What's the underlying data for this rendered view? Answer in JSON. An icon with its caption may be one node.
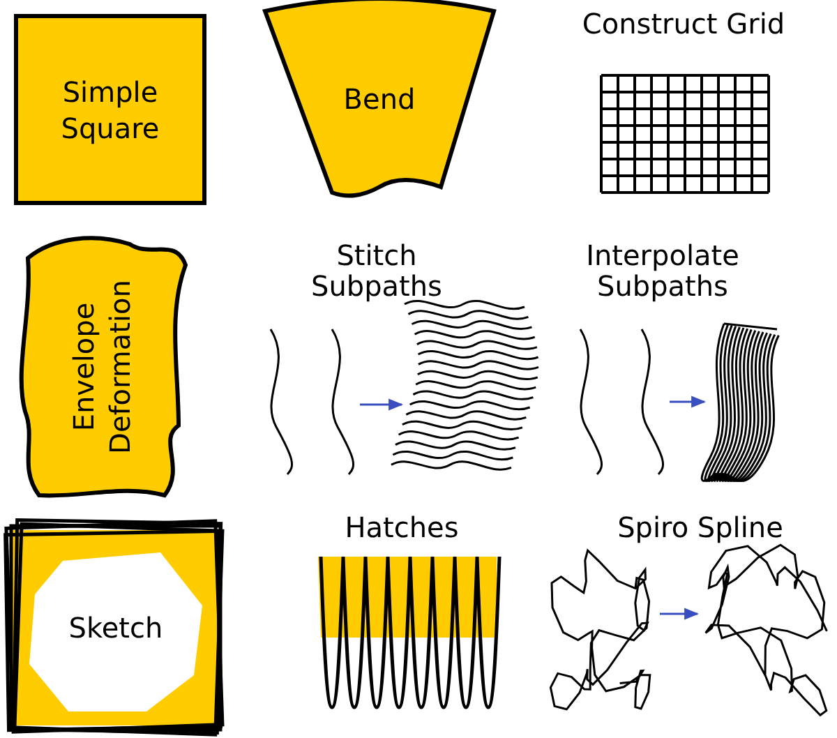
{
  "diagram": {
    "nodes": [
      {
        "text": [
          "Simple Square"
        ]
      },
      {
        "text": [
          "Bend"
        ]
      },
      {
        "text": [
          "Envelope Deformation"
        ]
      },
      {
        "text": [],
        "shape": "picture"
      },
      {
        "text": [],
        "shape": "picture"
      },
      {
        "text": [],
        "shape": "picture"
      },
      {
        "text": [],
        "shape": "picture"
      },
      {
        "text": [
          "Sketch"
        ]
      },
      {
        "text": [],
        "shape": "picture"
      },
      {
        "text": [],
        "shape": "picture"
      }
    ],
    "edges": [
      {
        "from": 3,
        "to": 4,
        "arrow": "to"
      },
      {
        "from": 5,
        "to": 6,
        "arrow": "to"
      },
      {
        "from": 8,
        "to": 9,
        "arrow": "to"
      }
    ],
    "labels": [
      "Construct Grid",
      "Stitch Subpaths",
      "Interpolate Subpaths",
      "Hatches",
      "Spiro Spline"
    ]
  }
}
